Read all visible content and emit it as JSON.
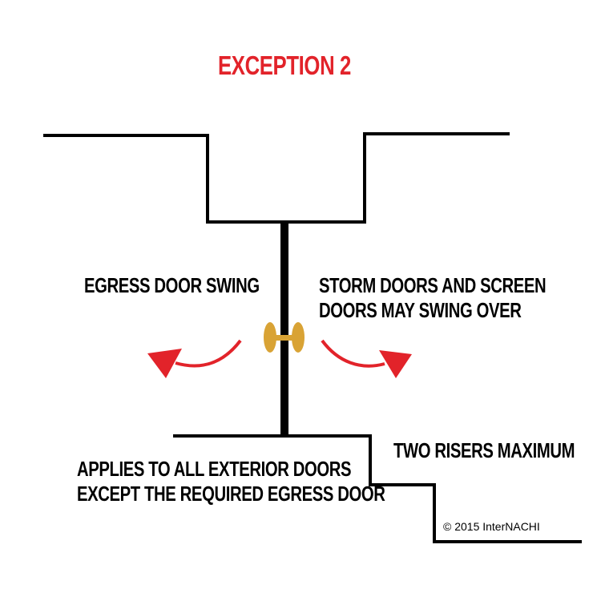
{
  "title": "EXCEPTION 2",
  "labels": {
    "egress_door_swing": "EGRESS DOOR SWING",
    "storm_doors": [
      "STORM DOORS AND SCREEN",
      "DOORS MAY SWING OVER"
    ],
    "two_risers": "TWO RISERS MAXIMUM",
    "applies_to": [
      "APPLIES TO ALL EXTERIOR DOORS",
      "EXCEPT THE REQUIRED EGRESS DOOR"
    ]
  },
  "copyright": "© 2015 InterNACHI",
  "colors": {
    "title": "#e2232a",
    "lines": "#000000",
    "arrows": "#e2232a",
    "door_handle": "#d9a335",
    "background": "#ffffff"
  },
  "icons": {
    "door_handle": "door-handle-icon",
    "left_arrow": "curved-arrow-left-icon",
    "right_arrow": "curved-arrow-right-icon"
  }
}
